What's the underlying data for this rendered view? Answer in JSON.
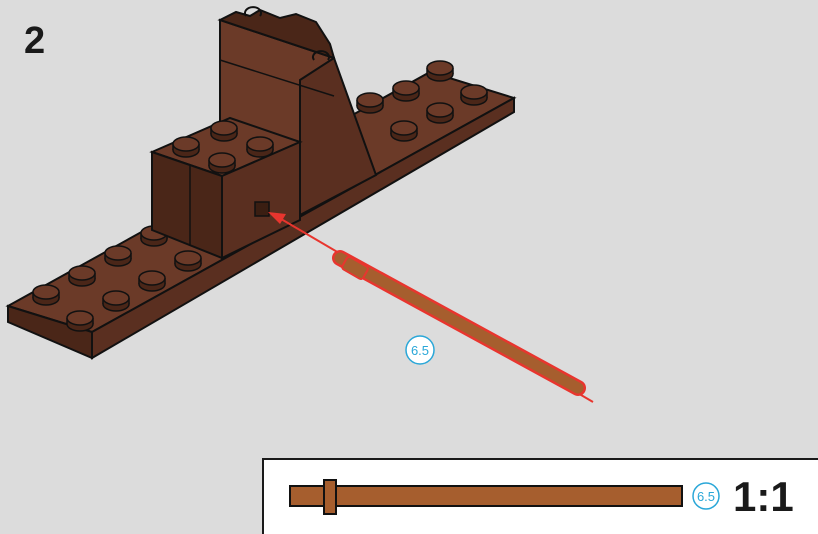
{
  "step": {
    "number": "2"
  },
  "callout": {
    "length_label": "6.5"
  },
  "parts_box": {
    "length_label": "6.5",
    "scale_label": "1:1"
  },
  "colors": {
    "background": "#dcdcdc",
    "brick": "#6b3a28",
    "bar": "#a65e2e",
    "arrow": "#e8352e",
    "length_marker": "#2aa7d8"
  },
  "icons": {
    "base_plate": "reddish-brown-plate-icon",
    "tower": "brick-tower-icon",
    "bar": "bar-6-5-icon",
    "arrow": "insert-arrow-icon"
  }
}
